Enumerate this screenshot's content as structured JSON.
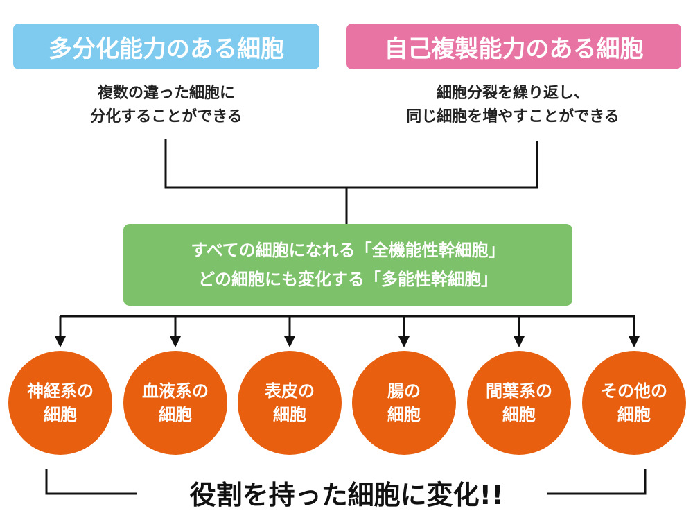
{
  "top_left": {
    "title": "多分化能力のある細胞",
    "desc_line1": "複数の違った細胞に",
    "desc_line2": "分化することができる",
    "color": "#7ecbef"
  },
  "top_right": {
    "title": "自己複製能力のある細胞",
    "desc_line1": "細胞分裂を繰り返し、",
    "desc_line2": "同じ細胞を増やすことができる",
    "color": "#e874a4"
  },
  "stem_cell": {
    "line1": "すべての細胞になれる「全機能性幹細胞」",
    "line2": "どの細胞にも変化する「多能性幹細胞」",
    "color": "#7dc16a"
  },
  "cells": [
    {
      "line1": "神経系の",
      "line2": "細胞"
    },
    {
      "line1": "血液系の",
      "line2": "細胞"
    },
    {
      "line1": "表皮の",
      "line2": "細胞"
    },
    {
      "line1": "腸の",
      "line2": "細胞"
    },
    {
      "line1": "間葉系の",
      "line2": "細胞"
    },
    {
      "line1": "その他の",
      "line2": "細胞"
    }
  ],
  "cell_color": "#e8600f",
  "conclusion": "役割を持った細胞に変化!!"
}
